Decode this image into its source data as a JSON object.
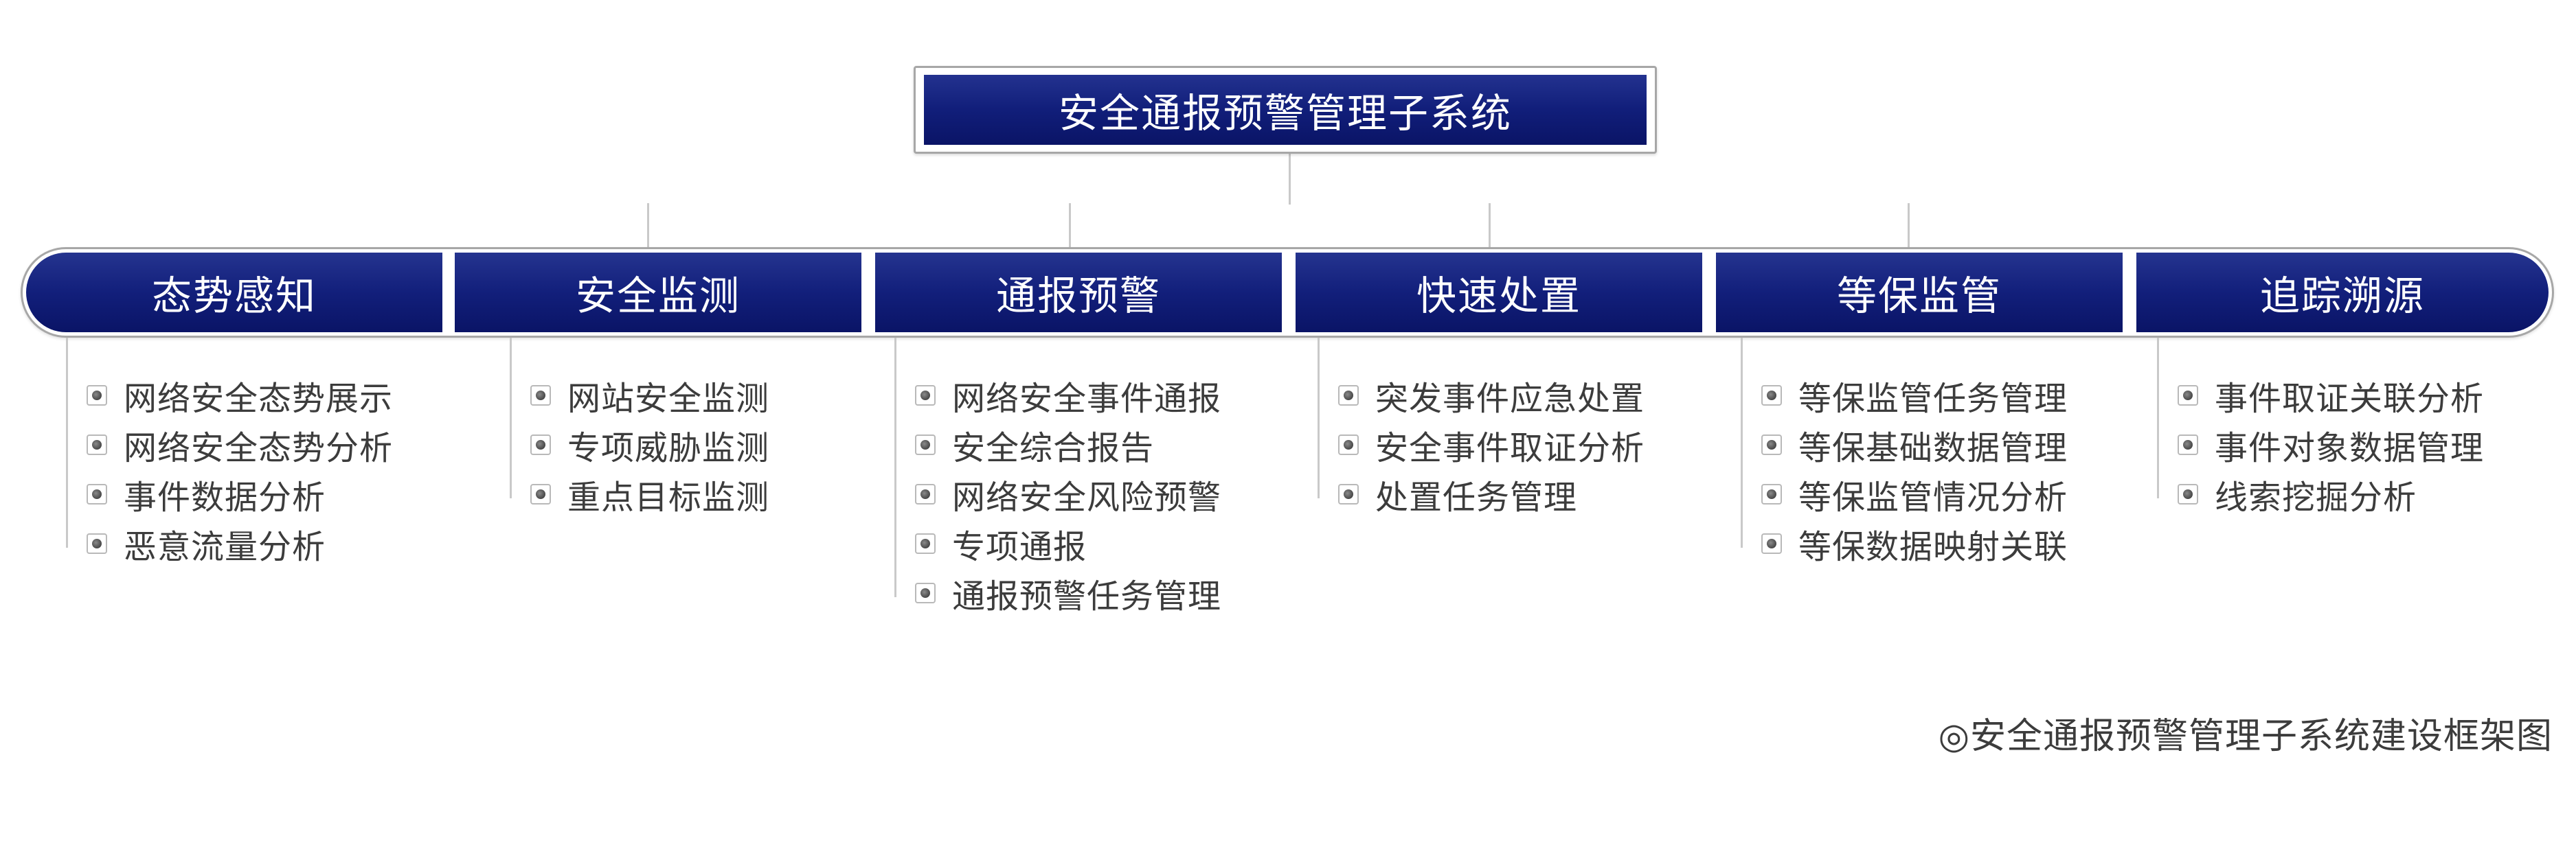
{
  "root": {
    "title": "安全通报预警管理子系统"
  },
  "categories": [
    {
      "label": "态势感知",
      "items": [
        "网络安全态势展示",
        "网络安全态势分析",
        "事件数据分析",
        "恶意流量分析"
      ]
    },
    {
      "label": "安全监测",
      "items": [
        "网站安全监测",
        "专项威胁监测",
        "重点目标监测"
      ]
    },
    {
      "label": "通报预警",
      "items": [
        "网络安全事件通报",
        "安全综合报告",
        "网络安全风险预警",
        "专项通报",
        "通报预警任务管理"
      ]
    },
    {
      "label": "快速处置",
      "items": [
        "突发事件应急处置",
        "安全事件取证分析",
        "处置任务管理"
      ]
    },
    {
      "label": "等保监管",
      "items": [
        "等保监管任务管理",
        "等保基础数据管理",
        "等保监管情况分析",
        "等保数据映射关联"
      ]
    },
    {
      "label": "追踪溯源",
      "items": [
        "事件取证关联分析",
        "事件对象数据管理",
        "线索挖掘分析"
      ]
    }
  ],
  "caption": "◎安全通报预警管理子系统建设框架图",
  "colors": {
    "node_fill": "#111e7a",
    "node_text": "#ffffff",
    "connector": "#c9c9c9",
    "item_text": "#3c3c3c"
  }
}
